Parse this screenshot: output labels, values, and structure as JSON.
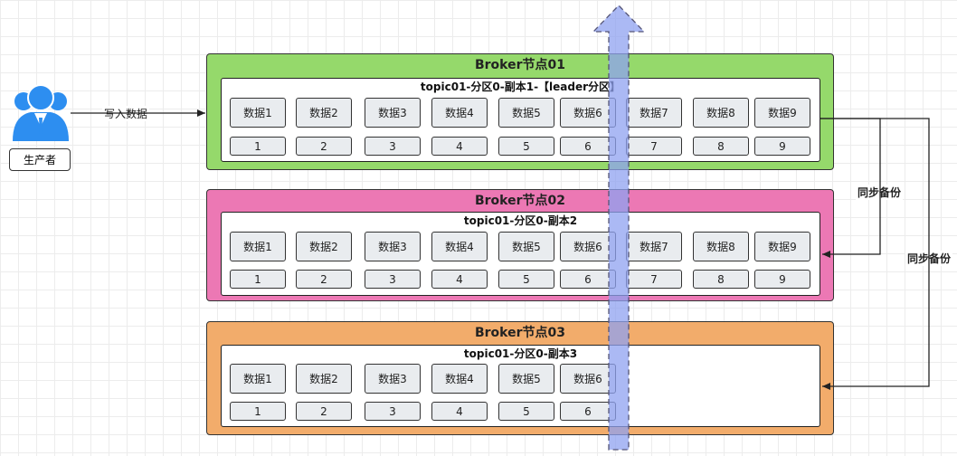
{
  "producer": {
    "label": "生产者",
    "edge_label": "写入数据"
  },
  "brokers": [
    {
      "title": "Broker节点01",
      "fill": "#95d96b",
      "panel_title": "topic01-分区0-副本1-【leader分区】",
      "data": [
        "数据1",
        "数据2",
        "数据3",
        "数据4",
        "数据5",
        "数据6",
        "数据7",
        "数据8",
        "数据9"
      ],
      "offsets": [
        "1",
        "2",
        "3",
        "4",
        "5",
        "6",
        "7",
        "8",
        "9"
      ]
    },
    {
      "title": "Broker节点02",
      "fill": "#ec78b4",
      "panel_title": "topic01-分区0-副本2",
      "data": [
        "数据1",
        "数据2",
        "数据3",
        "数据4",
        "数据5",
        "数据6",
        "数据7",
        "数据8",
        "数据9"
      ],
      "offsets": [
        "1",
        "2",
        "3",
        "4",
        "5",
        "6",
        "7",
        "8",
        "9"
      ]
    },
    {
      "title": "Broker节点03",
      "fill": "#f2ac6b",
      "panel_title": "topic01-分区0-副本3",
      "data": [
        "数据1",
        "数据2",
        "数据3",
        "数据4",
        "数据5",
        "数据6"
      ],
      "offsets": [
        "1",
        "2",
        "3",
        "4",
        "5",
        "6"
      ]
    }
  ],
  "sync_labels": [
    "同步备份",
    "同步备份"
  ],
  "colors": {
    "user_icon": "#2d8ef0",
    "arrow_fill": "#8fa2f0",
    "arrow_stroke": "#6b6b8a"
  },
  "icons": {
    "user": "user-icon"
  }
}
